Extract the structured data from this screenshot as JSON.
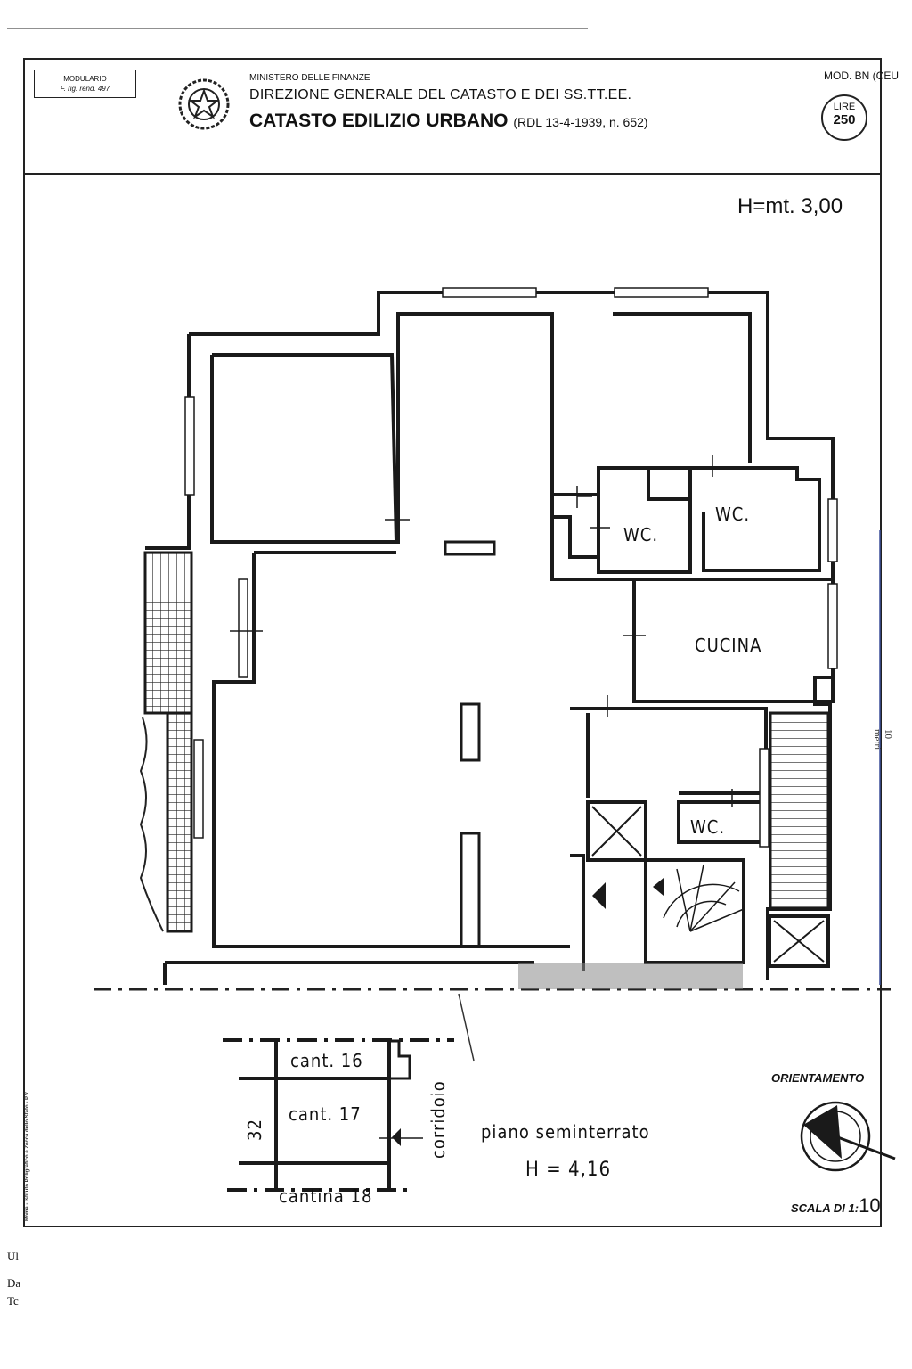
{
  "header": {
    "modulario_line1": "MODULARIO",
    "modulario_line2": "F. rig. rend. 497",
    "ministry": "MINISTERO DELLE FINANZE",
    "direction": "DIREZIONE GENERALE DEL CATASTO E DEI SS.TT.EE.",
    "title": "CATASTO EDILIZIO URBANO",
    "law_ref": "(RDL 13-4-1939, n. 652)",
    "model": "MOD. BN (CEU",
    "stamp_currency": "LIRE",
    "stamp_value": "250",
    "emblem_icon": "italian-republic-emblem"
  },
  "plan": {
    "height_label": "H=mt. 3,00",
    "rooms": [
      "WC.",
      "WC.",
      "CUCINA",
      "WC."
    ],
    "scale_bar_label": "10 metri"
  },
  "basement": {
    "cellars": [
      "cant. 16",
      "cant. 17",
      "cantina 18"
    ],
    "dimension": "32",
    "corridor": "corridoio",
    "floor_name": "piano seminterrato",
    "height_label": "H = 4,16"
  },
  "footer": {
    "orientation_label": "ORIENTAMENTO",
    "scale_label": "SCALA DI 1:",
    "scale_value": "10",
    "printer_note": "Roma - Istituto Poligrafico e Zecca dello Stato - P.V.",
    "fragments": [
      "Ul",
      "Da",
      "Tc"
    ]
  }
}
